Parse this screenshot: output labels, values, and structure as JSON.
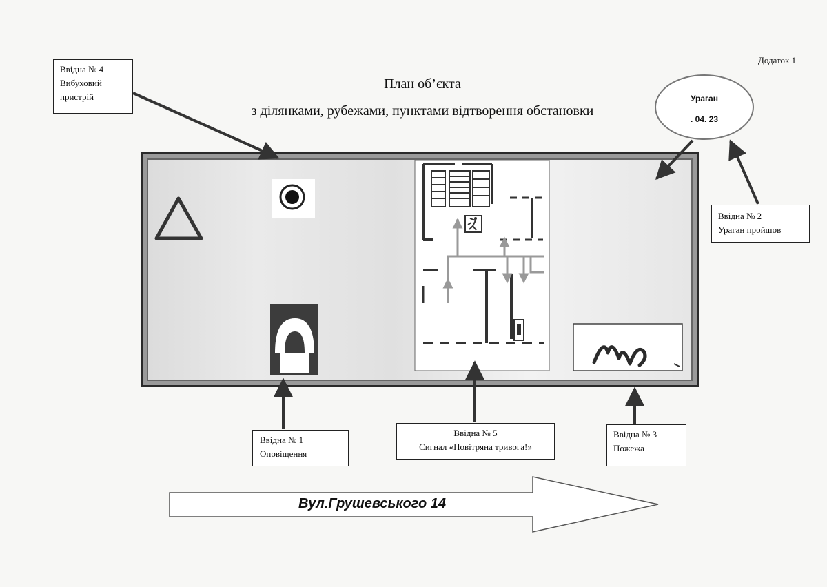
{
  "appendix_label": "Додаток 1",
  "title": {
    "line1": "План об’єкта",
    "line2": "з ділянками, рубежами, пунктами відтворення обстановки"
  },
  "callouts": {
    "intro4": {
      "line1": "Ввідна № 4",
      "line2": "Вибуховий",
      "line3": "пристрій"
    },
    "intro2": {
      "line1": "Ввідна № 2",
      "line2": "Ураган пройшов"
    },
    "intro1": {
      "line1": "Ввідна № 1",
      "line2": "Оповіщення"
    },
    "intro5": {
      "line1": "Ввідна  № 5",
      "line2": "Сигнал «Повітряна тривога!»"
    },
    "intro3": {
      "line1": "Ввідна № 3",
      "line2": "Пожежа"
    }
  },
  "hurricane": {
    "name": "Ураган",
    "date": ". 04. 23"
  },
  "street": "Вул.Грушевського 14",
  "colors": {
    "frame": "#2a2a2a",
    "route_arrow": "#9a9a9a",
    "sign_dark": "#3c3c3c",
    "hurricane_border": "#777777"
  },
  "icons": [
    "warning-triangle-icon",
    "target-icon",
    "siren-icon",
    "evacuation-plan-icon",
    "fire-icon",
    "emergency-exit-icon"
  ]
}
